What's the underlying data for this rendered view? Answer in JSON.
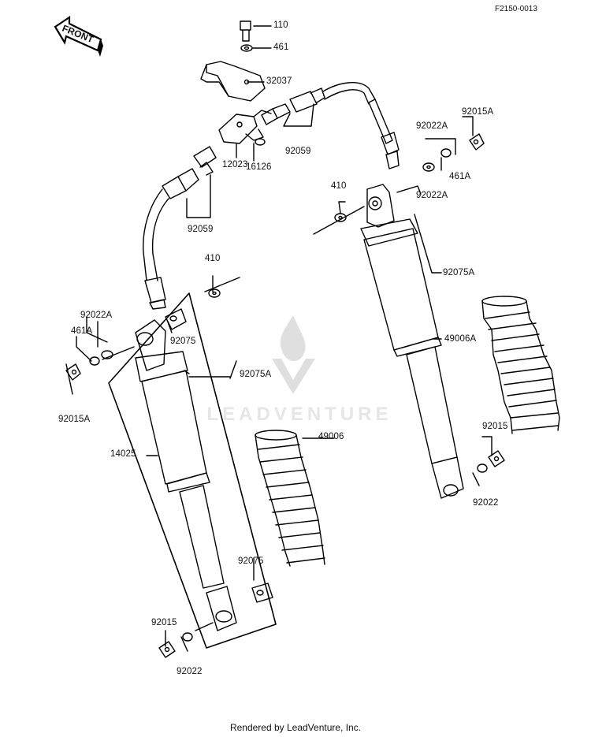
{
  "diagram": {
    "ref_code": "F2150-0013",
    "front_label": "FRONT",
    "watermark": "LEADVENTURE",
    "footer": "Rendered by LeadVenture, Inc.",
    "part_labels": [
      "110",
      "461",
      "32037",
      "92059",
      "12023",
      "16126",
      "92059",
      "92022A",
      "92015A",
      "461A",
      "92022A",
      "410",
      "92075A",
      "49006A",
      "92015",
      "92022",
      "410",
      "92022A",
      "461A",
      "92015A",
      "92075",
      "92075A",
      "14025",
      "49006",
      "92075",
      "92015",
      "92022"
    ]
  }
}
